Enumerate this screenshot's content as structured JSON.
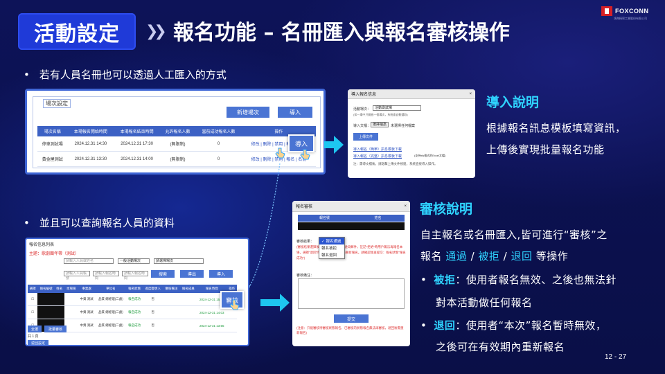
{
  "header": {
    "badge": "活動設定",
    "arrows": "»",
    "title": "報名功能 – 名冊匯入與報名審核操作",
    "logo_text": "FOXCONN",
    "logo_sub": "鴻海精密工業股份有限公司"
  },
  "bullets": {
    "b1": "若有人員名冊也可以透過人工匯入的方式",
    "b2": "並且可以查詢報名人員的資料"
  },
  "panel1": {
    "legend": "場次設定",
    "btn_add": "新增場次",
    "btn_import": "導入",
    "headers": [
      "場次名稱",
      "本場報名開始時間",
      "本場報名結束時間",
      "允許報名人數",
      "當前成功報名人數",
      "操作"
    ],
    "rows": [
      {
        "name": "停車測試場",
        "start": "2024.12.31 14:30",
        "end": "2024.12.31 17:30",
        "limit": "(無限制)",
        "count": "0",
        "ops": "修改 | 刪除 | 禁用 | 報名  | 名冊"
      },
      {
        "name": "黃金屋測試",
        "start": "2024.12.31 13:30",
        "end": "2024.12.31 14:00",
        "limit": "(無限制)",
        "count": "0",
        "ops": "修改 | 刪除 | 禁用 | 報名  | 名冊"
      }
    ],
    "highlight": "導入"
  },
  "panel2": {
    "title": "導入報名信息",
    "close": "×",
    "f1_label": "活動場次：",
    "f1_value": "活動測試場",
    "f1_hint": "(如一場中只開放一個場次，系統會自動選取)",
    "f2_label": "導入文檔：",
    "f2_btn": "選擇檔案",
    "f2_value": "未選擇任何檔案",
    "upload": "上傳文件",
    "link1": "導入報名（簡單）訊息模板下載",
    "link2": "導入報名（完整）訊息模板下載",
    "link2_note": "(支持xls格式的Excel文檔)",
    "note": "注：需導文檔後，請點擊上傳文件按鈕，系統直接導入操作。"
  },
  "section1": {
    "heading": "導入說明",
    "line1": "根據報名訊息模板填寫資訊，",
    "line2": "上傳後實現批量報名功能"
  },
  "panel3": {
    "title": "報名信息列表",
    "subject_label": "主題：",
    "subject": "歌劇團年帶（測試）",
    "search_ph": "請輸入人員或姓名",
    "sel1": "一般活動場次",
    "sel2": "請選擇場次",
    "chips": [
      "請輸入人員帳號",
      "請輸入報名時間",
      "請輸入報名時間"
    ],
    "btn_search": "搜索",
    "btn_export": "導出",
    "btn_import": "導入",
    "headers": [
      "選擇",
      "報名編號",
      "姓名",
      "本場場",
      "事業處",
      "單位名",
      "報名狀態",
      "進度變更人",
      "審核備注",
      "報名成員",
      "報名時間",
      "操作"
    ],
    "rows": [
      {
        "dept": "中資 測試",
        "unit": "品質 總經理(二處)",
        "status": "報名成功",
        "chg": "否",
        "date": "2024-12-31 15:01"
      },
      {
        "dept": "中資 測試",
        "unit": "品質 總經理(二處)",
        "status": "報名成功",
        "chg": "否",
        "date": "2024-12-31 14:03"
      },
      {
        "dept": "中資 測試",
        "unit": "品質 總經理(二處)",
        "status": "報名成功",
        "chg": "否",
        "date": "2024-12-31 13:55"
      }
    ],
    "btn_all": "全選",
    "btn_bulk": "批量審核",
    "page_info": "共 1 頁",
    "back": "返回設定",
    "highlight": "審核"
  },
  "panel4": {
    "title": "報名審核",
    "close": "×",
    "col1": "報名號",
    "col2": "姓名",
    "result_label": "審核結果：",
    "options": [
      "✓ 報名通過",
      "報名被拒",
      "報名退回"
    ],
    "red_note": "(審核結果選擇後，報名人員將收到通知郵件，註記\"拒絕\"時用戶無法再報名本場，選擇\"退回\"時用戶可在有效期內重新報名。請確認後再提交：報名狀態\"報名成功\")",
    "remark_label": "審核備注：",
    "submit": "提交",
    "footer_note": "(注意：只能審核待審核狀態報名，已審核的狀態報名無法再審核，退回後需重新報名)"
  },
  "section2": {
    "heading": "審核說明",
    "line1": "自主報名或名冊匯入,皆可進行“審核”之",
    "line2_a": "報名 ",
    "approve": "通過",
    "sep1": " / ",
    "reject": "被拒",
    "sep2": " / ",
    "return": "退回",
    "line2_b": " 等操作",
    "b1_key": "被拒",
    "b1_text": "：使用者報名無效、之後也無法針",
    "b1_cont": "對本活動做任何報名",
    "b2_key": "退回",
    "b2_text": "：使用者“本次”報名暫時無效，",
    "b2_cont": "之後可在有效期內重新報名"
  },
  "page_number": "12 - 27"
}
